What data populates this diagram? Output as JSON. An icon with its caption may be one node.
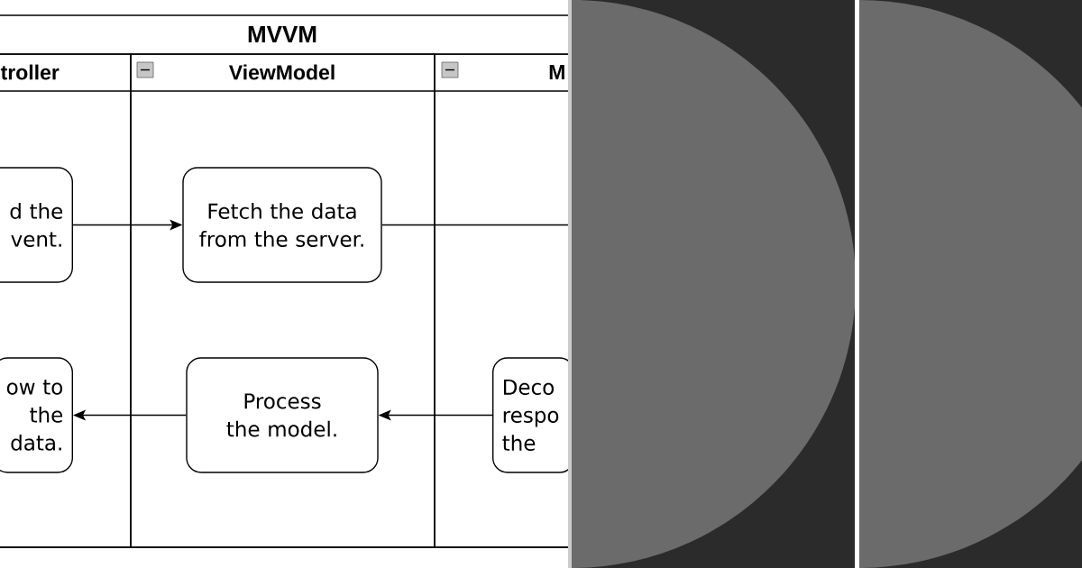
{
  "diagram": {
    "nodes": [
      {
        "text": [
          "MVVM"
        ]
      },
      {
        "text": [
          "troller"
        ],
        "in": 0
      },
      {
        "text": [
          "ViewModel"
        ],
        "in": 0
      },
      {
        "text": [
          "M"
        ],
        "in": 0
      },
      {
        "text": [
          "d the vent."
        ],
        "in": 1
      },
      {
        "text": [
          "Fetch the data from the server."
        ],
        "in": 2
      },
      {
        "text": [
          "ow to the data."
        ],
        "in": 1
      },
      {
        "text": [
          "Process the model."
        ],
        "in": 2
      },
      {
        "text": [
          "Deco respo the"
        ],
        "in": 3
      }
    ],
    "edges": [
      {
        "from": 4,
        "to": 5,
        "arrow": "to"
      },
      {
        "from": 5,
        "to": null,
        "arrow": "none"
      },
      {
        "from": 8,
        "to": 7,
        "arrow": "to"
      },
      {
        "from": 7,
        "to": 6,
        "arrow": "to"
      }
    ]
  }
}
